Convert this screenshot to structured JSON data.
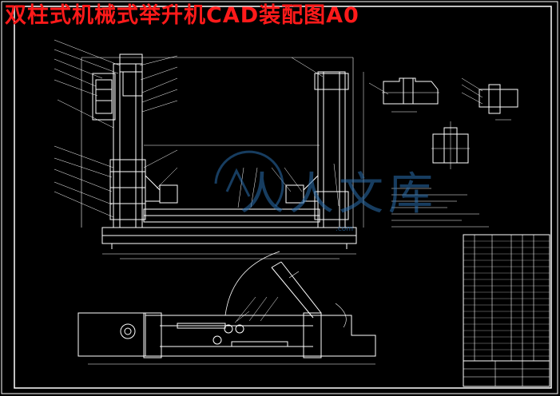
{
  "drawing": {
    "title": "双柱式机械式举升机CAD装配图A0",
    "watermark_text": "人人文库",
    "watermark_url": ".com"
  },
  "colors": {
    "background": "#000000",
    "lines": "#ffffff",
    "title": "#ff1a1a",
    "watermark": "#2a6fb0"
  }
}
